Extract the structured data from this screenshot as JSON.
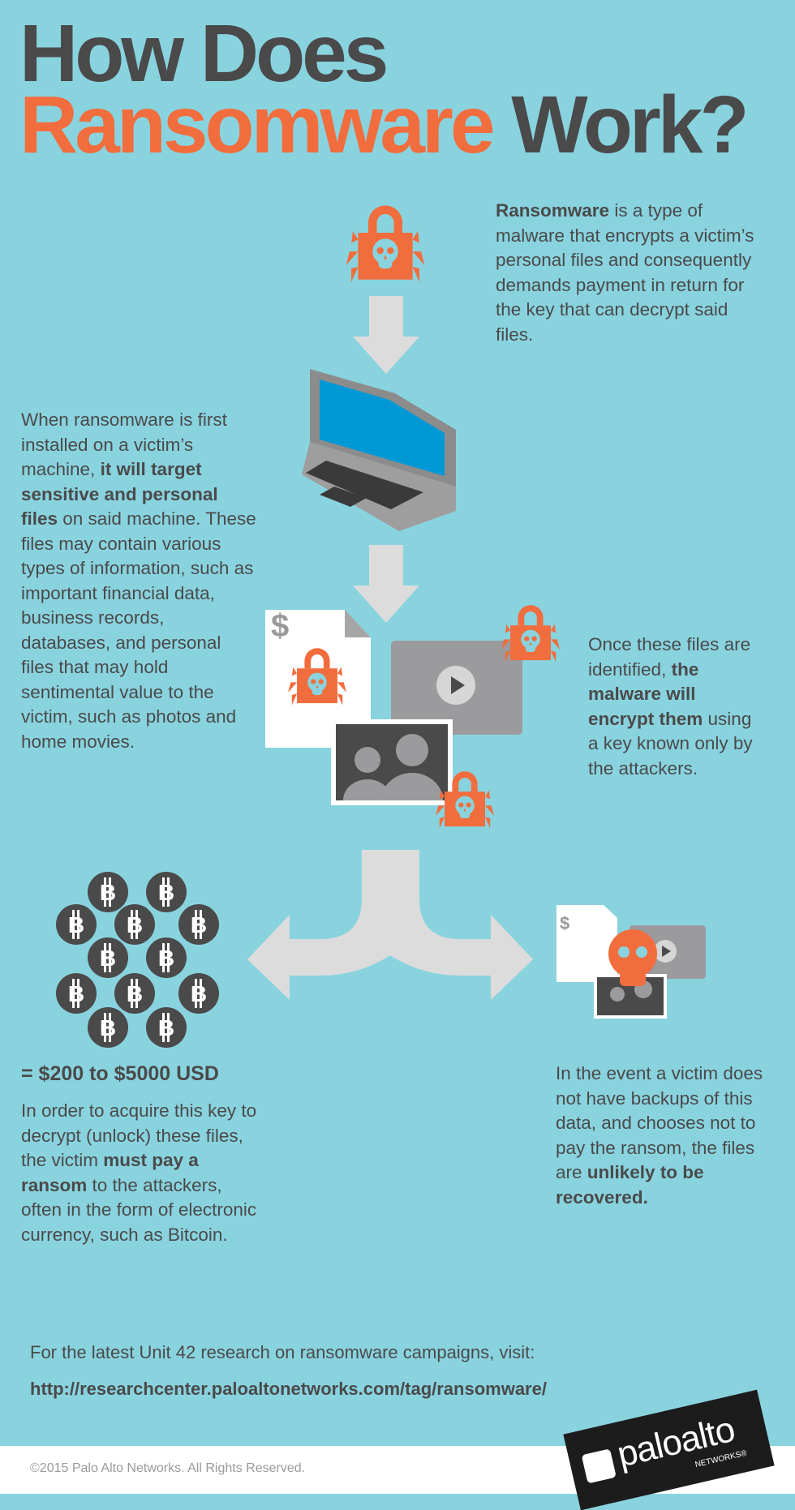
{
  "title": {
    "line1": "How Does",
    "line2_orange": "Ransomware",
    "line2_rest": "Work?"
  },
  "intro": {
    "bold": "Ransomware",
    "rest": " is a type of malware that encrypts a victim’s personal files and consequently demands payment in return for the key that can decrypt said files."
  },
  "targeting": {
    "pre": "When ransomware is first installed on a victim’s machine, ",
    "bold": "it will target sensitive and personal files",
    "post": " on said machine. These files may contain various types of information, such as important financial data, business records, databases, and personal files that may hold sentimental value to the victim, such as photos and home movies."
  },
  "encrypt": {
    "pre": "Once these files are identified, ",
    "bold": "the malware will encrypt them",
    "post": " using a key known only by the attackers."
  },
  "doc_symbol": "$",
  "ransom": {
    "amount": "= $200 to $5000 USD",
    "pre": "In order to acquire this key to decrypt (unlock) these files, the victim ",
    "bold": "must pay a ransom",
    "post": " to the attackers, often in the form of electronic currency, such as Bitcoin."
  },
  "coin_symbol": "B",
  "no_backup": {
    "pre": "In the event a victim does not have backups of this data, and chooses not to pay the ransom, the files are ",
    "bold": "unlikely to be recovered."
  },
  "research": {
    "intro": "For the latest Unit 42 research on ransomware campaigns, visit:",
    "url": "http://researchcenter.paloaltonetworks.com/tag/ransomware/"
  },
  "copyright": "©2015 Palo Alto Networks. All Rights Reserved.",
  "logo": {
    "name": "paloalto",
    "sub": "NETWORKS®"
  },
  "colors": {
    "background": "#89d3df",
    "accent": "#f26d3d",
    "text": "#4a4a4a"
  }
}
